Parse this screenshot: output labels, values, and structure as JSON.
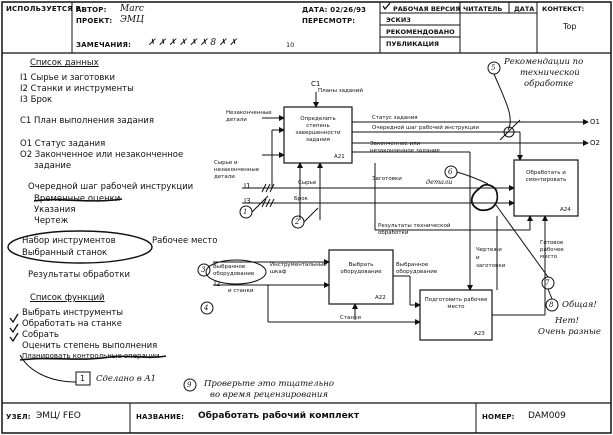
{
  "header": {
    "used_at_label": "ИСПОЛЬЗУЕТСЯ В:",
    "author_label": "АВТОР:",
    "author_value": "Marc",
    "project_label": "ПРОЕКТ:",
    "project_value": "ЭМЦ",
    "notes_label": "ЗАМЕЧАНИЯ:",
    "notes_marks": "✗ ✗ ✗ ✗ ✗ ✗ 8 ✗ ✗",
    "notes_count": "10",
    "date_label": "ДАТА: 02/26/93",
    "revision_label": "ПЕРЕСМОТР:",
    "status": {
      "working": "РАБОЧАЯ ВЕРСИЯ",
      "draft": "ЭСКИЗ",
      "recommended": "РЕКОМЕНДОВАНО",
      "publication": "ПУБЛИКАЦИЯ"
    },
    "reader_label": "ЧИТАТЕЛЬ",
    "reader_date_label": "ДАТА",
    "context_label": "КОНТЕКСТ:",
    "context_value": "Top"
  },
  "left_panel": {
    "data_list_title": "Список данных",
    "inputs": [
      "I1 Сырье и заготовки",
      "I2 Станки и инструменты",
      "I3 Брок"
    ],
    "controls": [
      "C1 План выполнения задания"
    ],
    "outputs": [
      "O1 Статус задания",
      "O2 Законченное или незаконченное",
      "задание"
    ],
    "other_items": [
      "Очередной шаг рабочей инструкции",
      "Временные оценки",
      "Указания",
      "Чертеж"
    ],
    "mech_items": [
      "Набор инструментов",
      "Выбранный станок"
    ],
    "workplace_note": "Рабочее место",
    "results_item": "Результаты обработки",
    "func_list_title": "Список функций",
    "functions": [
      "Выбрать инструменты",
      "Обработать на станке",
      "Собрать",
      "Оценить степень выполнения",
      "Планировать контрольные операции"
    ],
    "done_box": "1",
    "done_note": "Сделано в A1"
  },
  "diagram": {
    "boxes": [
      {
        "label": "Определить степень завершенности задания",
        "num": "A21"
      },
      {
        "label": "Выбрать оборудование",
        "num": "A22"
      },
      {
        "label": "Подготовить рабочее место",
        "num": "A23"
      },
      {
        "label": "Обработать и смонтировать",
        "num": "A24"
      }
    ],
    "c1_label": "C1",
    "c1_desc": "Планы заданий",
    "labels": {
      "unfinished": "Незаконченные детали",
      "status": "Статус задания",
      "next_step": "Очередной шаг рабочей инструкции",
      "finished_or_not": "Законченное или незаконченное задание",
      "raw_or_unfinished": "Сырье и незаконченные детали",
      "raw": "Сырье",
      "blanks": "Заготовки",
      "details": "детали",
      "i1": "I1",
      "i3": "I3",
      "brok": "Брок",
      "results_tech": "Результаты технической обработки",
      "drawings_blanks": "Чертежи и заготовки",
      "ready_workplace": "Готовое рабочее место",
      "selected_eq": "Выбранное оборудование",
      "tool_cabinet": "Инструментальный шкаф",
      "machines": "Станки",
      "selected_eq_left": "Выбранное оборудование",
      "i2": "I2",
      "and_machines": "и станки",
      "o1": "O1",
      "o2": "O2"
    },
    "notes": {
      "n5_num": "5",
      "n5_text_1": "Рекомендации по",
      "n5_text_2": "технической",
      "n5_text_3": "обработке",
      "n6_num": "6",
      "n1_num": "1",
      "n2_num": "2",
      "n3_num": "3",
      "n4_num": "4",
      "n7_num": "7",
      "n8_num": "8",
      "n8_text": "Общая!",
      "no_text": "Нет!",
      "very_diff": "Очень разные",
      "n9_num": "9",
      "n9_text_1": "Проверьте это тщательно",
      "n9_text_2": "во время рецензирования"
    }
  },
  "footer": {
    "node_label": "УЗЕЛ:",
    "node_value": "ЭМЦ/ FEO",
    "title_label": "НАЗВАНИЕ:",
    "title_value": "Обработать рабочий комплект",
    "number_label": "НОМЕР:",
    "number_value": "DAM009"
  }
}
